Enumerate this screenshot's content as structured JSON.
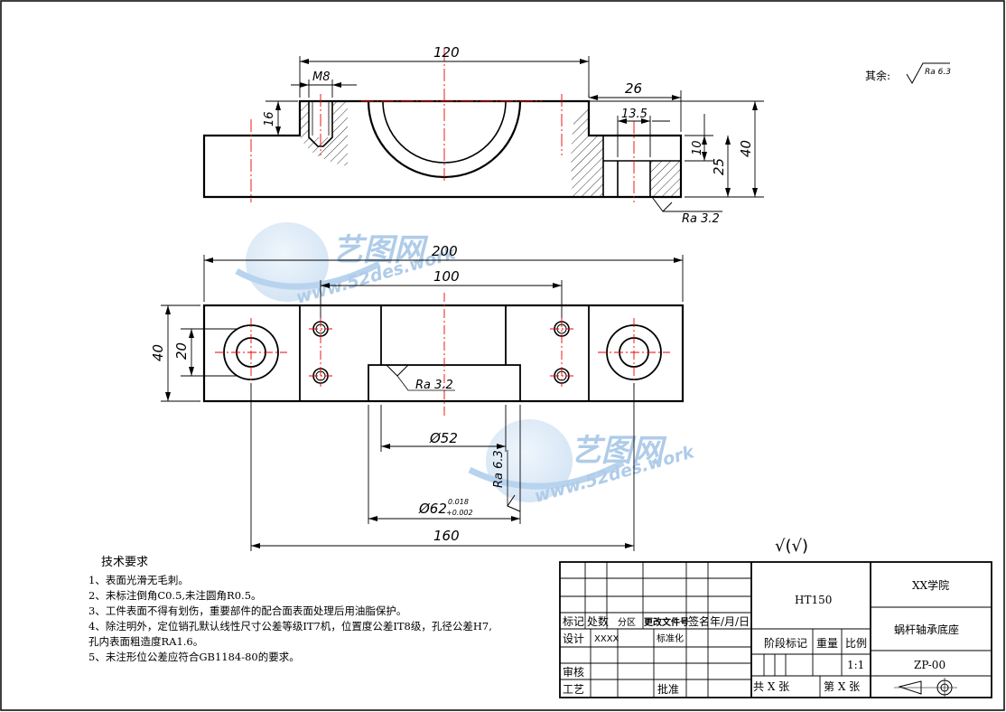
{
  "dimensions": {
    "top_width": "120",
    "thread": "M8",
    "thread_depth": "16",
    "step_width": "26",
    "hole_width": "13.5",
    "step_depth": "10",
    "counterbore_depth": "25",
    "total_height": "40",
    "overall_length": "200",
    "hole_spacing": "100",
    "plan_height": "40",
    "plan_inner": "20",
    "bore": "Ø52",
    "bore_fit": "Ø62",
    "tol_upper": "0.018",
    "tol_lower": "+0.002",
    "base_length": "160"
  },
  "roughness": {
    "general_label": "其余:",
    "general_value": "Ra 6.3",
    "top_face": "Ra 3.2",
    "plan_face": "Ra 3.2",
    "bore_face": "Ra 6.3",
    "symbol_text": "√(√)"
  },
  "technical_requirements": {
    "title": "技术要求",
    "items": [
      "1、表面光滑无毛刺。",
      "2、未标注倒角C0.5,未注圆角R0.5。",
      "3、工件表面不得有划伤，重要部件的配合面表面处理后用油脂保护。",
      "4、除注明外，定位销孔默认线性尺寸公差等级IT7机，位置度公差IT8级，孔径公差H7,",
      "孔内表面粗造度RA1.6。",
      "5、未注形位公差应符合GB1184-80的要求。"
    ]
  },
  "title_block": {
    "material": "HT150",
    "school": "XX学院",
    "part_name": "蜗杆轴承底座",
    "drawing_no": "ZP-00",
    "headers": [
      "标记",
      "处数",
      "分区",
      "更改文件号",
      "签名",
      "年/月/日"
    ],
    "design": "设计",
    "designer": "XXXX",
    "standardize": "标准化",
    "review": "审核",
    "process": "工艺",
    "approve": "批准",
    "stage": "阶段标记",
    "weight": "重量",
    "scale": "比例",
    "scale_value": "1:1",
    "sheets_total": "共 X 张",
    "sheet_no": "第 X 张"
  },
  "watermark": {
    "brand": "艺图网",
    "url": "www.52des.work"
  }
}
